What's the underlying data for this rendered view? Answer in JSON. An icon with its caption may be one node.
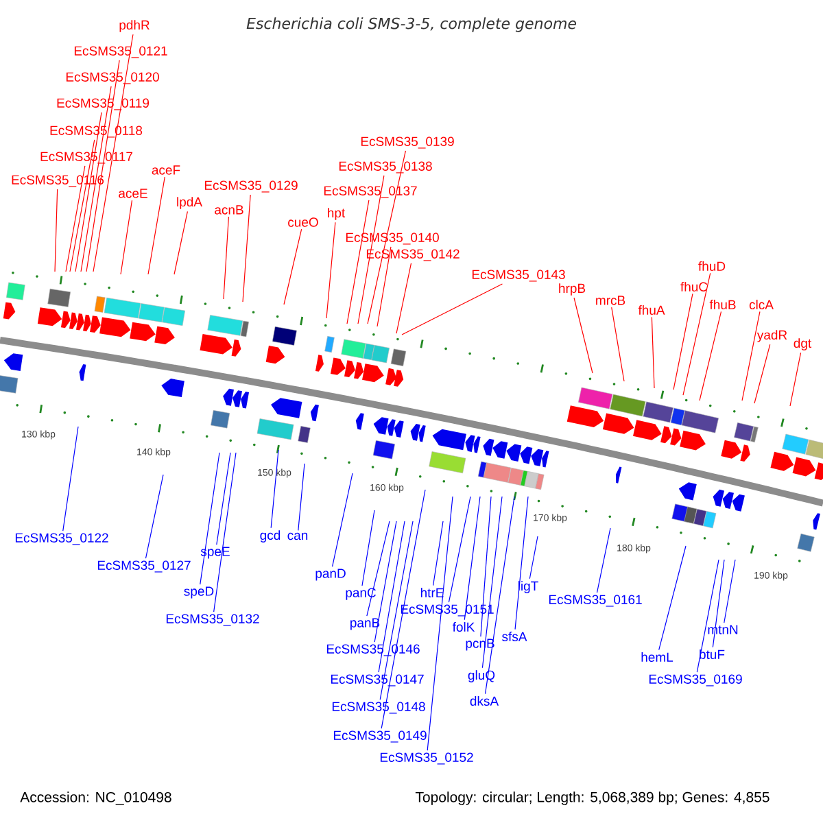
{
  "diagram": {
    "title": "Escherichia coli SMS-3-5, complete genome",
    "nodes": [
      {
        "text": [
          "pdhR"
        ]
      },
      {
        "text": [
          "EcSMS35_0121"
        ]
      },
      {
        "text": [
          "EcSMS35_0120"
        ]
      },
      {
        "text": [
          "EcSMS35_0119"
        ]
      },
      {
        "text": [
          "EcSMS35_0118"
        ]
      },
      {
        "text": [
          "EcSMS35_0117"
        ]
      },
      {
        "text": [
          "EcSMS35_0116"
        ]
      },
      {
        "text": [
          "aceF"
        ]
      },
      {
        "text": [
          "aceE"
        ]
      },
      {
        "text": [
          "lpdA"
        ]
      },
      {
        "text": [
          "EcSMS35_0129"
        ]
      },
      {
        "text": [
          "acnB"
        ]
      },
      {
        "text": [
          "cueO"
        ]
      },
      {
        "text": [
          "hpt"
        ]
      },
      {
        "text": [
          "EcSMS35_0139"
        ]
      },
      {
        "text": [
          "EcSMS35_0138"
        ]
      },
      {
        "text": [
          "EcSMS35_0137"
        ]
      },
      {
        "text": [
          "EcSMS35_0140"
        ]
      },
      {
        "text": [
          "EcSMS35_0142"
        ]
      },
      {
        "text": [
          "EcSMS35_0143"
        ]
      },
      {
        "text": [
          "hrpB"
        ]
      },
      {
        "text": [
          "mrcB"
        ]
      },
      {
        "text": [
          "fhuA"
        ]
      },
      {
        "text": [
          "fhuD"
        ]
      },
      {
        "text": [
          "fhuC"
        ]
      },
      {
        "text": [
          "fhuB"
        ]
      },
      {
        "text": [
          "clcA"
        ]
      },
      {
        "text": [
          "yadR"
        ]
      },
      {
        "text": [
          "dgt"
        ]
      },
      {
        "text": [
          "EcSMS35_0122"
        ]
      },
      {
        "text": [
          "EcSMS35_0127"
        ]
      },
      {
        "text": [
          "speE"
        ]
      },
      {
        "text": [
          "speD"
        ]
      },
      {
        "text": [
          "EcSMS35_0132"
        ]
      },
      {
        "text": [
          "gcd"
        ]
      },
      {
        "text": [
          "can"
        ]
      },
      {
        "text": [
          "panD"
        ]
      },
      {
        "text": [
          "panC"
        ]
      },
      {
        "text": [
          "panB"
        ]
      },
      {
        "text": [
          "EcSMS35_0146"
        ]
      },
      {
        "text": [
          "EcSMS35_0147"
        ]
      },
      {
        "text": [
          "EcSMS35_0148"
        ]
      },
      {
        "text": [
          "EcSMS35_0149"
        ]
      },
      {
        "text": [
          "EcSMS35_0152"
        ]
      },
      {
        "text": [
          "htrE"
        ]
      },
      {
        "text": [
          "EcSMS35_0151"
        ]
      },
      {
        "text": [
          "folK"
        ]
      },
      {
        "text": [
          "pcnB"
        ]
      },
      {
        "text": [
          "gluQ"
        ]
      },
      {
        "text": [
          "dksA"
        ]
      },
      {
        "text": [
          "sfsA"
        ]
      },
      {
        "text": [
          "ligT"
        ]
      },
      {
        "text": [
          "EcSMS35_0161"
        ]
      },
      {
        "text": [
          "hemL"
        ]
      },
      {
        "text": [
          "mtnN"
        ]
      },
      {
        "text": [
          "btuF"
        ]
      },
      {
        "text": [
          "EcSMS35_0169"
        ]
      }
    ],
    "edges": [
      {
        "from": 0,
        "to": null,
        "arrow": "none"
      },
      {
        "from": 1,
        "to": null,
        "arrow": "none"
      },
      {
        "from": 2,
        "to": null,
        "arrow": "none"
      },
      {
        "from": 3,
        "to": null,
        "arrow": "none"
      },
      {
        "from": 4,
        "to": null,
        "arrow": "none"
      },
      {
        "from": 5,
        "to": null,
        "arrow": "none"
      },
      {
        "from": 6,
        "to": null,
        "arrow": "none"
      },
      {
        "from": 7,
        "to": null,
        "arrow": "none"
      },
      {
        "from": 8,
        "to": null,
        "arrow": "none"
      },
      {
        "from": 9,
        "to": null,
        "arrow": "none"
      },
      {
        "from": 10,
        "to": null,
        "arrow": "none"
      },
      {
        "from": 11,
        "to": null,
        "arrow": "none"
      },
      {
        "from": 12,
        "to": null,
        "arrow": "none"
      },
      {
        "from": 13,
        "to": null,
        "arrow": "none"
      },
      {
        "from": 14,
        "to": null,
        "arrow": "none"
      },
      {
        "from": 15,
        "to": null,
        "arrow": "none"
      },
      {
        "from": 16,
        "to": null,
        "arrow": "none"
      },
      {
        "from": 17,
        "to": null,
        "arrow": "none"
      },
      {
        "from": 18,
        "to": null,
        "arrow": "none"
      },
      {
        "from": 19,
        "to": null,
        "arrow": "none"
      },
      {
        "from": 20,
        "to": null,
        "arrow": "none"
      },
      {
        "from": 21,
        "to": null,
        "arrow": "none"
      },
      {
        "from": 22,
        "to": null,
        "arrow": "none"
      },
      {
        "from": 23,
        "to": null,
        "arrow": "none"
      },
      {
        "from": 24,
        "to": null,
        "arrow": "none"
      },
      {
        "from": 25,
        "to": null,
        "arrow": "none"
      },
      {
        "from": 26,
        "to": null,
        "arrow": "none"
      },
      {
        "from": 27,
        "to": null,
        "arrow": "none"
      },
      {
        "from": 28,
        "to": null,
        "arrow": "none"
      },
      {
        "from": 29,
        "to": null,
        "arrow": "none",
        "color": "#0000ff"
      },
      {
        "from": 30,
        "to": null,
        "arrow": "none",
        "color": "#0000ff"
      },
      {
        "from": 31,
        "to": null,
        "arrow": "none",
        "color": "#0000ff"
      },
      {
        "from": 32,
        "to": null,
        "arrow": "none",
        "color": "#0000ff"
      },
      {
        "from": 33,
        "to": null,
        "arrow": "none",
        "color": "#0000ff"
      },
      {
        "from": 34,
        "to": null,
        "arrow": "none",
        "color": "#0000ff"
      },
      {
        "from": 35,
        "to": null,
        "arrow": "none",
        "color": "#0000ff"
      },
      {
        "from": 36,
        "to": null,
        "arrow": "none",
        "color": "#0000ff"
      },
      {
        "from": 37,
        "to": null,
        "arrow": "none",
        "color": "#0000ff"
      },
      {
        "from": 38,
        "to": null,
        "arrow": "none",
        "color": "#0000ff"
      },
      {
        "from": 39,
        "to": null,
        "arrow": "none",
        "color": "#0000ff"
      },
      {
        "from": 40,
        "to": null,
        "arrow": "none",
        "color": "#0000ff"
      },
      {
        "from": 41,
        "to": null,
        "arrow": "none",
        "color": "#0000ff"
      },
      {
        "from": 42,
        "to": null,
        "arrow": "none",
        "color": "#0000ff"
      },
      {
        "from": 43,
        "to": null,
        "arrow": "none",
        "color": "#0000ff"
      },
      {
        "from": 44,
        "to": null,
        "arrow": "none",
        "color": "#0000ff"
      },
      {
        "from": 45,
        "to": null,
        "arrow": "none",
        "color": "#0000ff"
      },
      {
        "from": 46,
        "to": null,
        "arrow": "none",
        "color": "#0000ff"
      },
      {
        "from": 47,
        "to": null,
        "arrow": "none",
        "color": "#0000ff"
      },
      {
        "from": 48,
        "to": null,
        "arrow": "none",
        "color": "#0000ff"
      },
      {
        "from": 49,
        "to": null,
        "arrow": "none",
        "color": "#0000ff"
      },
      {
        "from": 50,
        "to": null,
        "arrow": "none",
        "color": "#0000ff"
      },
      {
        "from": 51,
        "to": null,
        "arrow": "none",
        "color": "#0000ff"
      },
      {
        "from": 52,
        "to": null,
        "arrow": "none",
        "color": "#0000ff"
      },
      {
        "from": 53,
        "to": null,
        "arrow": "none",
        "color": "#0000ff"
      },
      {
        "from": 54,
        "to": null,
        "arrow": "none",
        "color": "#0000ff"
      },
      {
        "from": 55,
        "to": null,
        "arrow": "none",
        "color": "#0000ff"
      },
      {
        "from": 56,
        "to": null,
        "arrow": "none",
        "color": "#0000ff"
      }
    ],
    "labels": [
      "130 kbp",
      "140 kbp",
      "150 kbp",
      "160 kbp",
      "170 kbp",
      "180 kbp",
      "190 kbp",
      "Accession: NC_010498",
      "Topology: circular; Length: 5,068,389 bp; Genes: 4,855"
    ]
  }
}
